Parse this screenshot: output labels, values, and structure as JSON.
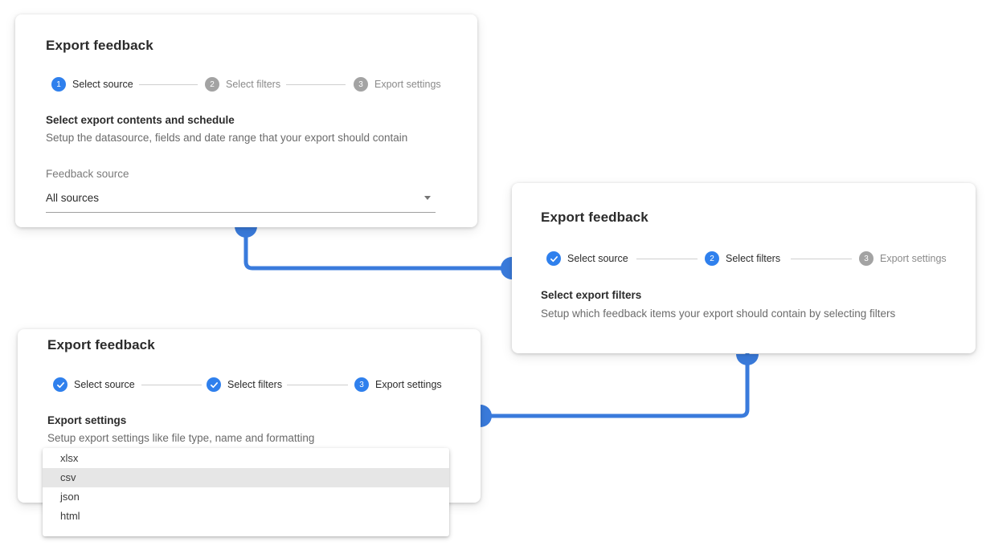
{
  "cards": [
    {
      "title": "Export feedback",
      "steps": [
        {
          "marker": "1",
          "label": "Select source",
          "state": "active"
        },
        {
          "marker": "2",
          "label": "Select filters",
          "state": "inactive"
        },
        {
          "marker": "3",
          "label": "Export settings",
          "state": "inactive"
        }
      ],
      "section_title": "Select export contents and schedule",
      "section_desc": "Setup the datasource, fields and date range that your export should contain",
      "field": {
        "label": "Feedback source",
        "value": "All sources"
      }
    },
    {
      "title": "Export feedback",
      "steps": [
        {
          "marker": "check",
          "label": "Select source",
          "state": "done"
        },
        {
          "marker": "2",
          "label": "Select filters",
          "state": "active"
        },
        {
          "marker": "3",
          "label": "Export settings",
          "state": "inactive"
        }
      ],
      "section_title": "Select export filters",
      "section_desc": "Setup which feedback items your export should contain by selecting filters"
    },
    {
      "title": "Export feedback",
      "steps": [
        {
          "marker": "check",
          "label": "Select source",
          "state": "done"
        },
        {
          "marker": "check",
          "label": "Select filters",
          "state": "done"
        },
        {
          "marker": "3",
          "label": "Export settings",
          "state": "active"
        }
      ],
      "section_title": "Export settings",
      "section_desc": "Setup export settings like file type, name and formatting"
    }
  ],
  "dropdown": {
    "options": [
      "xlsx",
      "csv",
      "json",
      "html"
    ],
    "highlighted": "csv"
  },
  "colors": {
    "accent": "#2f80ed",
    "connector": "#3a7bdc",
    "inactive_step": "#a3a3a3"
  }
}
